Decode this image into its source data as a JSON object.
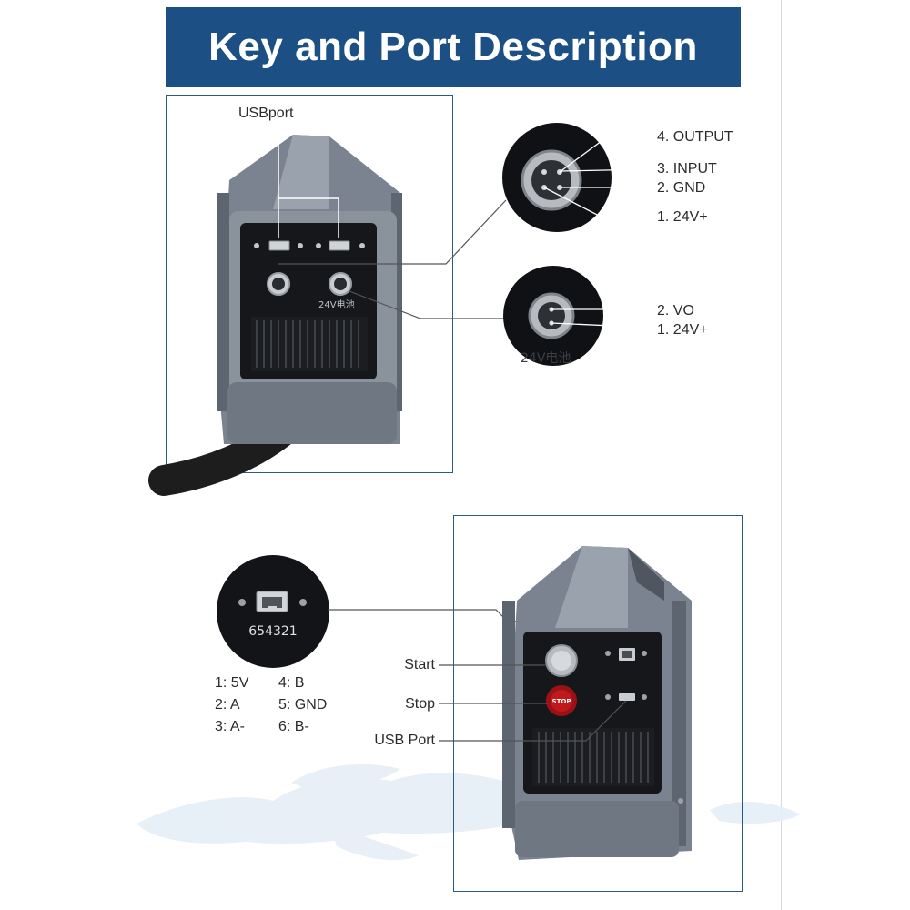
{
  "title": "Key and Port Description",
  "top_device": {
    "usb_label": "USBport",
    "panel_print": "24V电池"
  },
  "four_pin_connector": {
    "pins": [
      "4. OUTPUT",
      "3. INPUT",
      "2. GND",
      "1. 24V+"
    ]
  },
  "two_pin_connector": {
    "pins": [
      "2. VO",
      "1. 24V+"
    ],
    "bg_text": "24V电池"
  },
  "rj45_port": {
    "number_print": "654321",
    "pinout": [
      "1: 5V",
      "4: B",
      "2: A",
      "5: GND",
      "3: A-",
      "6: B-"
    ]
  },
  "bottom_device": {
    "labels": [
      "Start",
      "Stop",
      "USB Port"
    ],
    "stop_button_text": "STOP"
  },
  "colors": {
    "banner": "#1c5085",
    "frame": "#2c5a86",
    "device_body": "#6b7480",
    "panel": "#15171a",
    "stop_button": "#c0191c"
  },
  "icons": [
    "usb-port-icon",
    "aviation-connector-icon",
    "rj45-port-icon",
    "start-button-icon",
    "stop-button-icon",
    "world-map-watermark"
  ]
}
